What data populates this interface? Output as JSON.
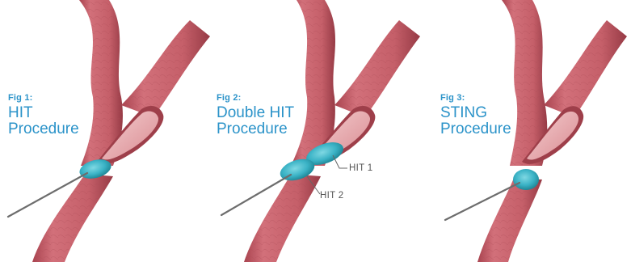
{
  "figures": [
    {
      "label": "Fig 1:",
      "title_lines": [
        "HIT",
        "Procedure"
      ]
    },
    {
      "label": "Fig 2:",
      "title_lines": [
        "Double HIT",
        "Procedure"
      ],
      "callouts": [
        "HIT 1",
        "HIT 2"
      ]
    },
    {
      "label": "Fig 3:",
      "title_lines": [
        "STING",
        "Procedure"
      ]
    }
  ],
  "colors": {
    "vessel_wall": "#c9606a",
    "vessel_wall_dark": "#9e3f4a",
    "vessel_lumen": "#e8a5a9",
    "vessel_lumen_inner": "#f3c9cb",
    "injection_bulge": "#3fb8c9",
    "needle": "#6d6d6d",
    "caption": "#2b93c9",
    "callout_text": "#555555"
  },
  "icons": [
    "ureteral-orifice-anatomy",
    "needle-icon",
    "injection-bolus-icon"
  ]
}
